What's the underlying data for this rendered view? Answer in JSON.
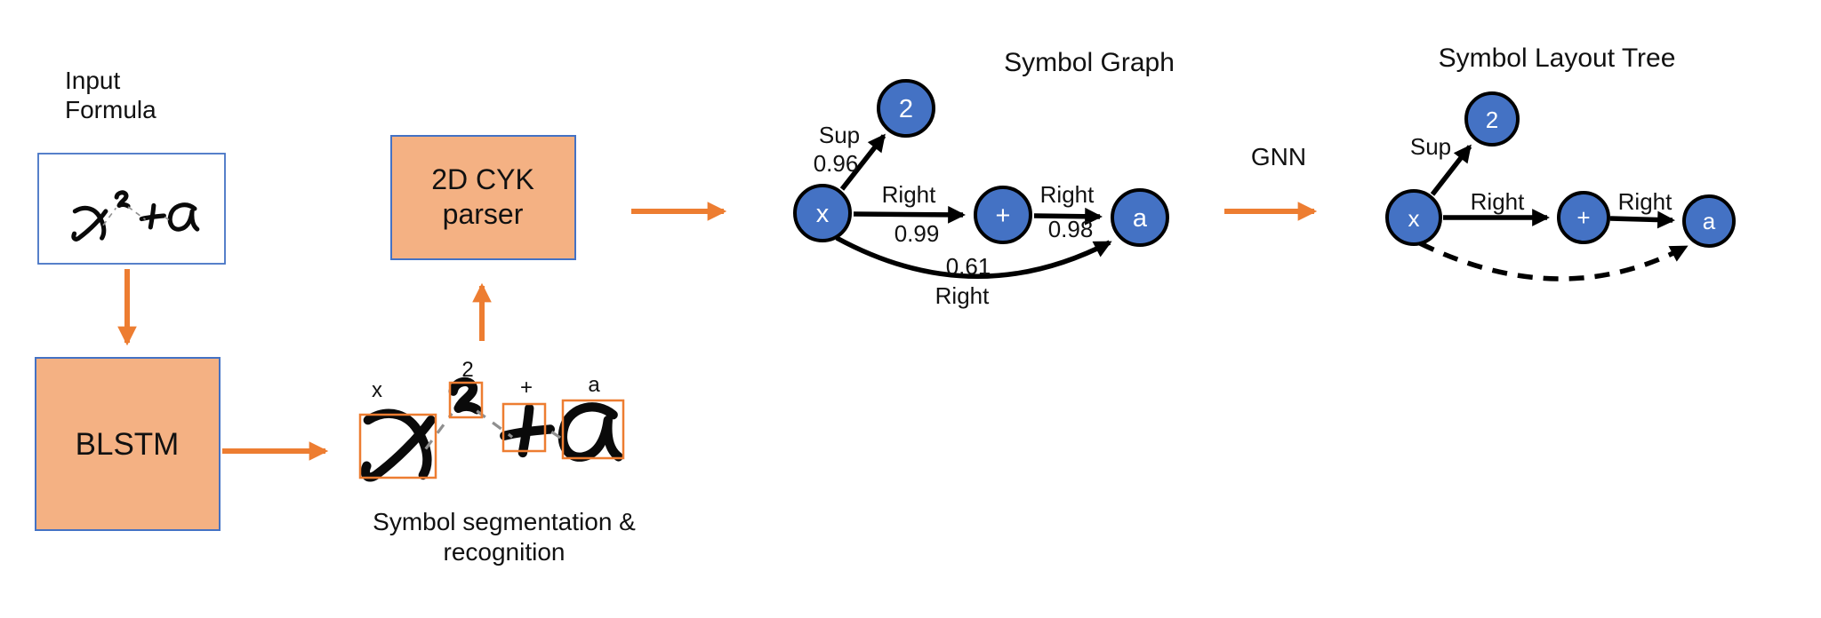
{
  "pipeline": {
    "input": {
      "title_line1": "Input",
      "title_line2": "Formula",
      "handwritten_formula": "x²+a"
    },
    "blstm": {
      "label": "BLSTM"
    },
    "segmentation": {
      "caption_line1": "Symbol segmentation &",
      "caption_line2": "recognition",
      "symbol_labels": [
        "x",
        "2",
        "+",
        "a"
      ]
    },
    "parser": {
      "label_line1": "2D CYK",
      "label_line2": "parser"
    },
    "gnn": {
      "label": "GNN"
    }
  },
  "symbol_graph": {
    "title": "Symbol Graph",
    "nodes": [
      "x",
      "2",
      "+",
      "a"
    ],
    "edges": {
      "x_to_2": {
        "label": "Sup",
        "score": "0.96"
      },
      "x_to_plus": {
        "label": "Right",
        "score": "0.99"
      },
      "plus_to_a": {
        "label": "Right",
        "score": "0.98"
      },
      "x_to_a": {
        "label": "Right",
        "score": "0.61"
      }
    }
  },
  "symbol_layout_tree": {
    "title": "Symbol Layout Tree",
    "nodes": [
      "x",
      "2",
      "+",
      "a"
    ],
    "edges": {
      "x_to_2": {
        "label": "Sup"
      },
      "x_to_plus": {
        "label": "Right"
      },
      "plus_to_a": {
        "label": "Right"
      }
    }
  },
  "colors": {
    "arrow_orange": "#ED7D31",
    "process_box_fill": "#F4B183",
    "process_box_border": "#4472C4",
    "node_fill": "#4472C4",
    "node_border": "#000000",
    "input_box_border": "#4472C4",
    "dashed_connector_gray": "#8f8f8f"
  }
}
